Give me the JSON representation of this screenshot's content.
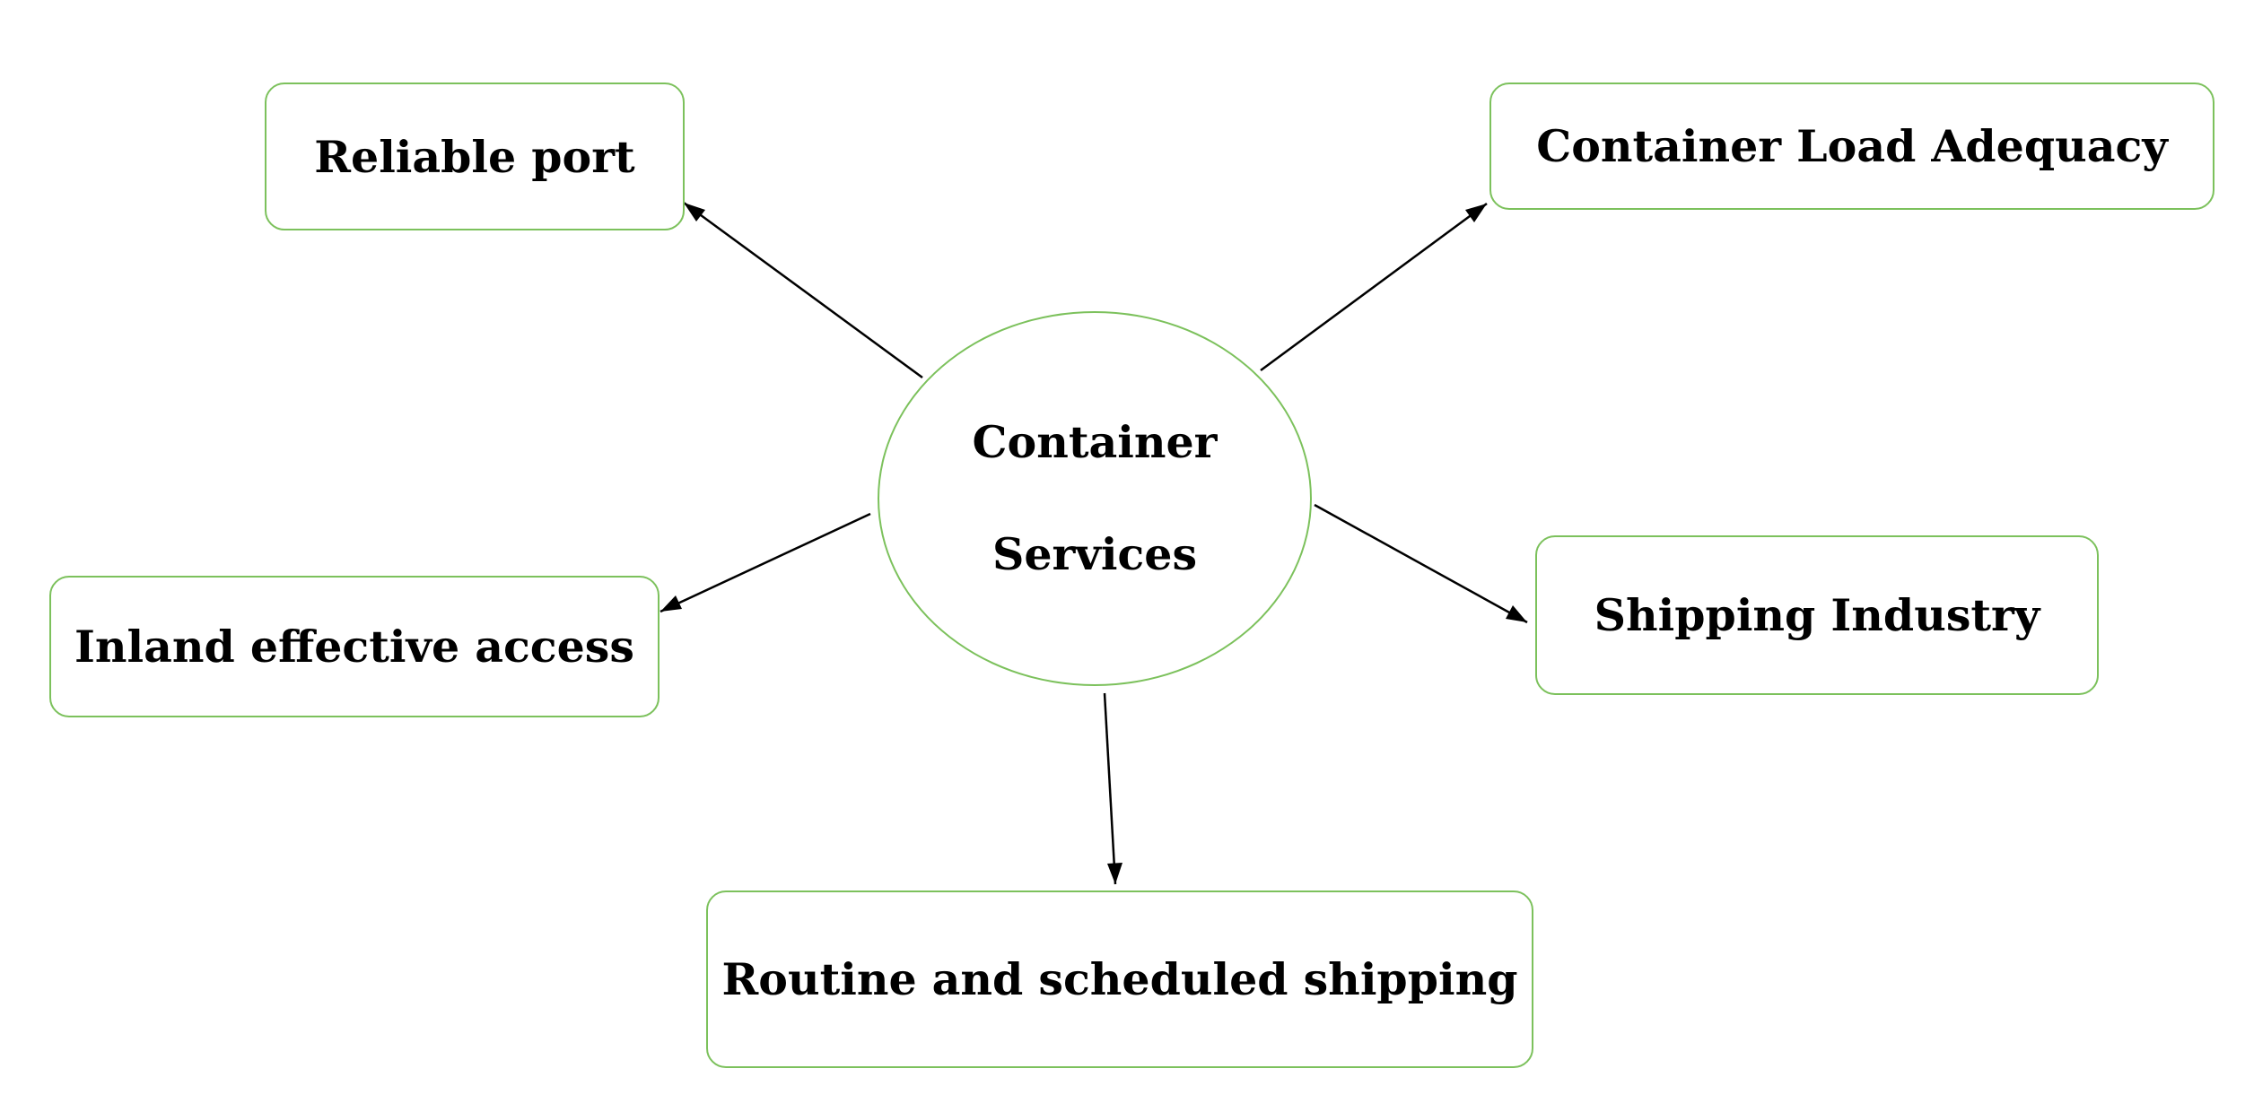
{
  "diagram": {
    "center": {
      "line1": "Container",
      "line2": "Services"
    },
    "nodes": {
      "reliable_port": "Reliable port",
      "container_load": "Container Load Adequacy",
      "inland_access": "Inland effective access",
      "shipping_industry": "Shipping Industry",
      "routine_shipping": "Routine and scheduled shipping"
    }
  },
  "colors": {
    "border": "#7cc15c",
    "arrow": "#000000",
    "background": "#ffffff"
  }
}
